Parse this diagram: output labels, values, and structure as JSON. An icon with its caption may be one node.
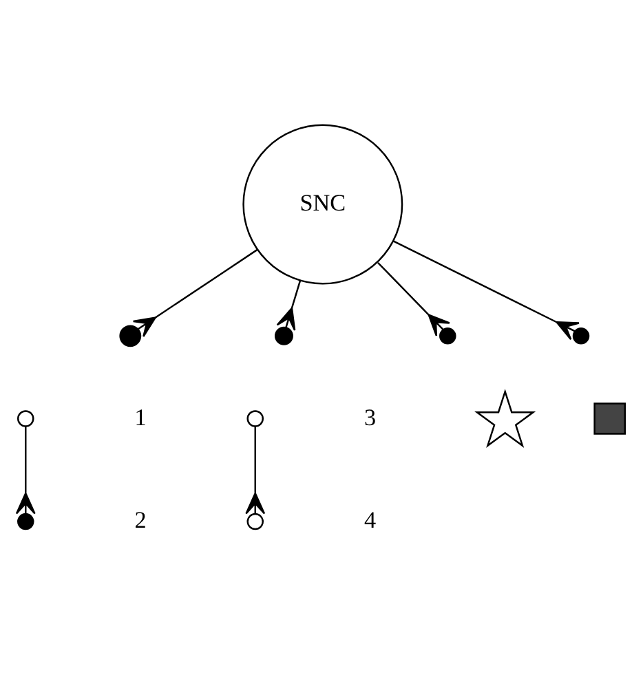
{
  "diagram": {
    "nodes": [
      {
        "text": [
          "SNC"
        ]
      },
      {
        "text": [],
        "shape": "circle"
      },
      {
        "text": [],
        "shape": "circle"
      },
      {
        "text": [],
        "shape": "circle"
      },
      {
        "text": [],
        "shape": "circle"
      },
      {
        "text": [],
        "shape": "circle"
      },
      {
        "text": [],
        "shape": "circle"
      },
      {
        "text": [],
        "shape": "circle"
      },
      {
        "text": [],
        "shape": "star"
      },
      {
        "text": [],
        "shape": "circle"
      },
      {
        "text": [],
        "shape": "box"
      }
    ],
    "edges": [
      {
        "from": 0,
        "to": 1,
        "arrow": "other"
      },
      {
        "from": 2,
        "to": 3,
        "arrow": "other"
      },
      {
        "from": 0,
        "to": 4,
        "arrow": "other"
      },
      {
        "from": 5,
        "to": 6,
        "arrow": "other"
      },
      {
        "from": 0,
        "to": 7,
        "arrow": "other"
      },
      {
        "from": 0,
        "to": 9,
        "arrow": "other"
      }
    ],
    "labels": [
      "1",
      "2",
      "3",
      "4"
    ]
  }
}
